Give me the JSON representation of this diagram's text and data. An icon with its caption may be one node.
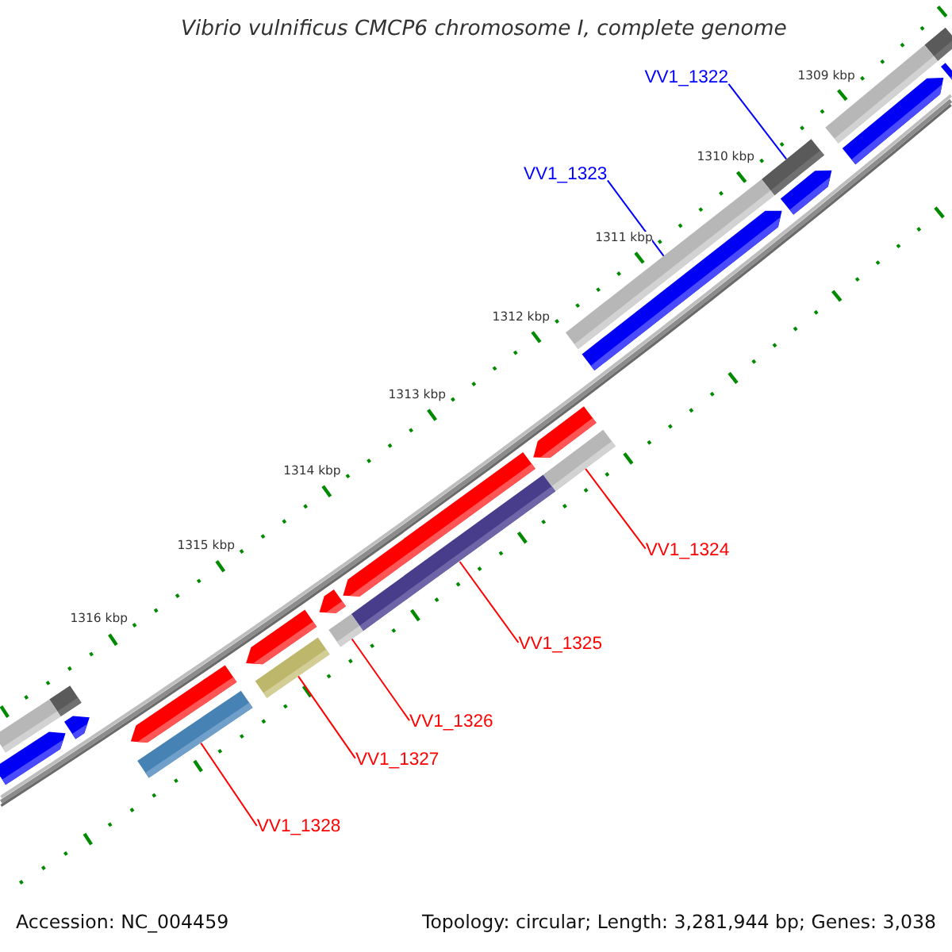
{
  "diagram": {
    "title": "Vibrio vulnificus CMCP6 chromosome I, complete genome",
    "nodes": [
      {
        "text": [
          "VV1_1322"
        ]
      },
      {
        "text": [],
        "shape": "bar"
      },
      {
        "text": [
          "VV1_1323"
        ]
      },
      {
        "text": [],
        "shape": "bar"
      },
      {
        "text": [
          "VV1_1324"
        ]
      },
      {
        "text": [],
        "shape": "bar"
      },
      {
        "text": [
          "VV1_1325"
        ]
      },
      {
        "text": [],
        "shape": "bar"
      },
      {
        "text": [
          "VV1_1326"
        ]
      },
      {
        "text": [],
        "shape": "bar"
      },
      {
        "text": [
          "VV1_1327"
        ]
      },
      {
        "text": [],
        "shape": "bar"
      },
      {
        "text": [
          "VV1_1328"
        ]
      },
      {
        "text": [],
        "shape": "bar"
      }
    ],
    "edges": [
      {
        "from": 0,
        "to": 1,
        "arrow": "none",
        "color": "#0000ff"
      },
      {
        "from": 2,
        "to": 3,
        "arrow": "none",
        "color": "#0000ff"
      },
      {
        "from": 4,
        "to": 5,
        "arrow": "none"
      },
      {
        "from": 6,
        "to": 7,
        "arrow": "none"
      },
      {
        "from": 8,
        "to": 9,
        "arrow": "none"
      },
      {
        "from": 10,
        "to": 11,
        "arrow": "none"
      },
      {
        "from": 12,
        "to": 13,
        "arrow": "none"
      }
    ],
    "labels": [
      "1309 kbp",
      "1310 kbp",
      "1311 kbp",
      "1312 kbp",
      "1313 kbp",
      "1314 kbp",
      "1315 kbp",
      "1316 kbp",
      "Accession: NC_004459",
      "Topology: circular; Length: 3,281,944 bp; Genes: 3,038"
    ]
  }
}
